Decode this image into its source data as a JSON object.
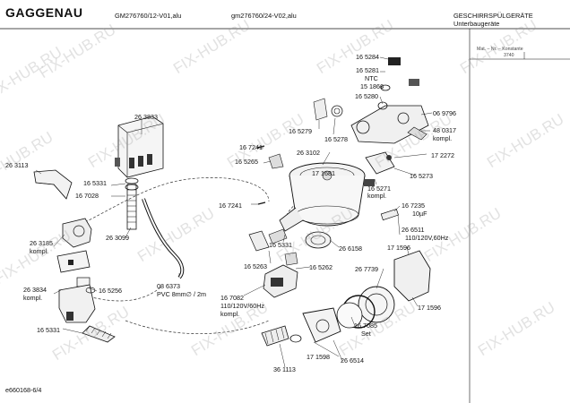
{
  "header": {
    "brand": "GAGGENAU",
    "model_1": "GM276760/12-V01,alu",
    "model_2": "gm276760/24-V02,alu",
    "category": "GESCHIRRSPÜLGERÄTE",
    "subcategory": "Unterbaugeräte",
    "mat_note": "Mat. – Nr. – Konstante",
    "mat_code": "3740"
  },
  "footer": {
    "doc_id": "e660168-6/4"
  },
  "watermark": "FIX-HUB.RU",
  "labels": {
    "l263833": "26 3833",
    "l263113": "26 3113",
    "l165331a": "16 5331",
    "l167028": "16 7028",
    "l263099": "26 3099",
    "l263185": "26 3185",
    "l263185k": "kompl.",
    "l263834": "26 3834",
    "l263834k": "kompl.",
    "l165256": "16 5256",
    "l086373": "08 6373",
    "lpvc": "PVC 8mm∅ / 2m",
    "l165331c": "16 5331",
    "l165284": "16 5284",
    "l165281": "16 5281",
    "lntc": "NTC",
    "l151866": "15 1866",
    "l165280": "16 5280",
    "l069796": "06 9796",
    "l165279": "16 5279",
    "l165278": "16 5278",
    "l480317": "48 0317",
    "l480317k": "kompl.",
    "l167241a": "16 7241",
    "l165265": "16 5265",
    "l263102": "26 3102",
    "l171681": "17 1681",
    "l172272": "17 2272",
    "l165273": "16 5273",
    "l165271": "16 5271",
    "l165271k": "kompl.",
    "l167241b": "16 7241",
    "l167235": "16 7235",
    "l10uf": "10µF",
    "l266511": "26 6511",
    "l110v": "110/120V,60Hz",
    "l165331b": "16 5331",
    "l266158": "26 6158",
    "l171596a": "17 1596",
    "l165263": "16 5263",
    "l165262": "16 5262",
    "l267739": "26 7739",
    "l167082": "16 7082",
    "l167082v": "110/120V/60Hz",
    "l167082k": "kompl.",
    "l171596b": "17 1596",
    "l167085": "16 7085",
    "l167085s": "Set",
    "l171598": "17 1598",
    "l266514": "26 6514",
    "l361113": "36 1113"
  }
}
